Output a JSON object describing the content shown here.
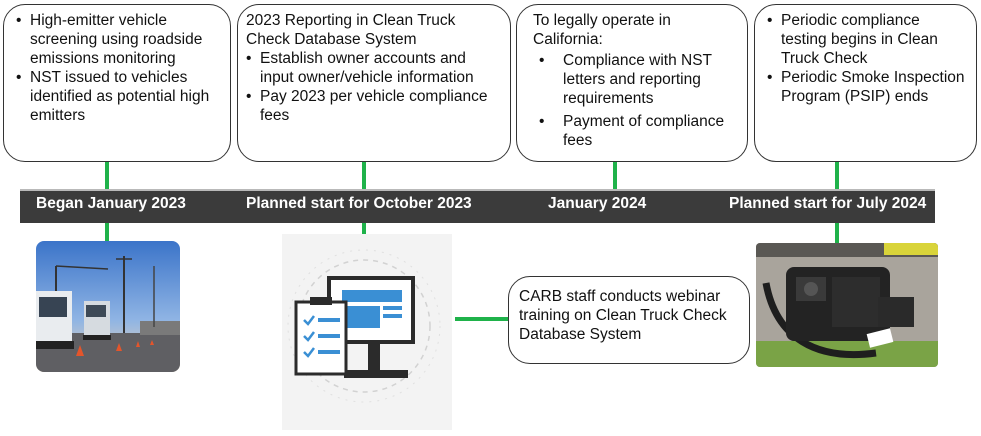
{
  "boxes": {
    "b1": {
      "items": [
        "High-emitter vehicle screening using roadside emissions monitoring",
        "NST issued to vehicles identified as potential high emitters"
      ]
    },
    "b2": {
      "heading": "2023 Reporting in Clean Truck Check Database System",
      "items": [
        "Establish owner accounts and input owner/vehicle information",
        "Pay 2023 per vehicle compliance fees"
      ]
    },
    "b3": {
      "heading": "To legally operate in California:",
      "items": [
        "Compliance with NST letters and reporting requirements",
        "Payment of compliance fees"
      ]
    },
    "b4": {
      "items": [
        "Periodic compliance testing begins in Clean Truck Check",
        "Periodic Smoke Inspection Program (PSIP) ends"
      ]
    },
    "b5": {
      "text": "CARB staff conducts webinar training on Clean Truck Check Database System"
    }
  },
  "milestones": {
    "m1": "Began January 2023",
    "m2": "Planned start for October 2023",
    "m3": "January 2024",
    "m4": "Planned start for July 2024"
  },
  "colors": {
    "timeline": "#3b3b3b",
    "connector": "#1fb24a",
    "icon_blue": "#3a8fd4",
    "icon_dark": "#2b2b2b"
  },
  "icons": {
    "roadside": "roadside-truck-screening-photo",
    "computer": "computer-checklist-icon",
    "device": "emissions-testing-device-photo"
  }
}
